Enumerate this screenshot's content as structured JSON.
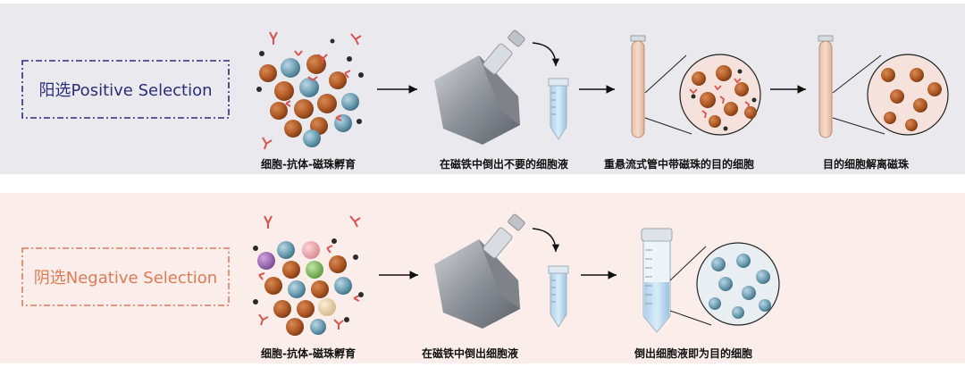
{
  "positive": {
    "title": "阳选Positive Selection",
    "steps": [
      "细胞-抗体-磁珠孵育",
      "在磁铁中倒出不要的细胞液",
      "重悬流式管中带磁珠的目的细胞",
      "目的细胞解离磁珠"
    ],
    "bg": "#e9e9ee",
    "accent": "#2b2d7a"
  },
  "negative": {
    "title": "阴选Negative Selection",
    "steps": [
      "细胞-抗体-磁珠孵育",
      "在磁铁中倒出细胞液",
      "倒出细胞液即为目的细胞"
    ],
    "bg": "#fbeeea",
    "accent": "#e07a56"
  }
}
